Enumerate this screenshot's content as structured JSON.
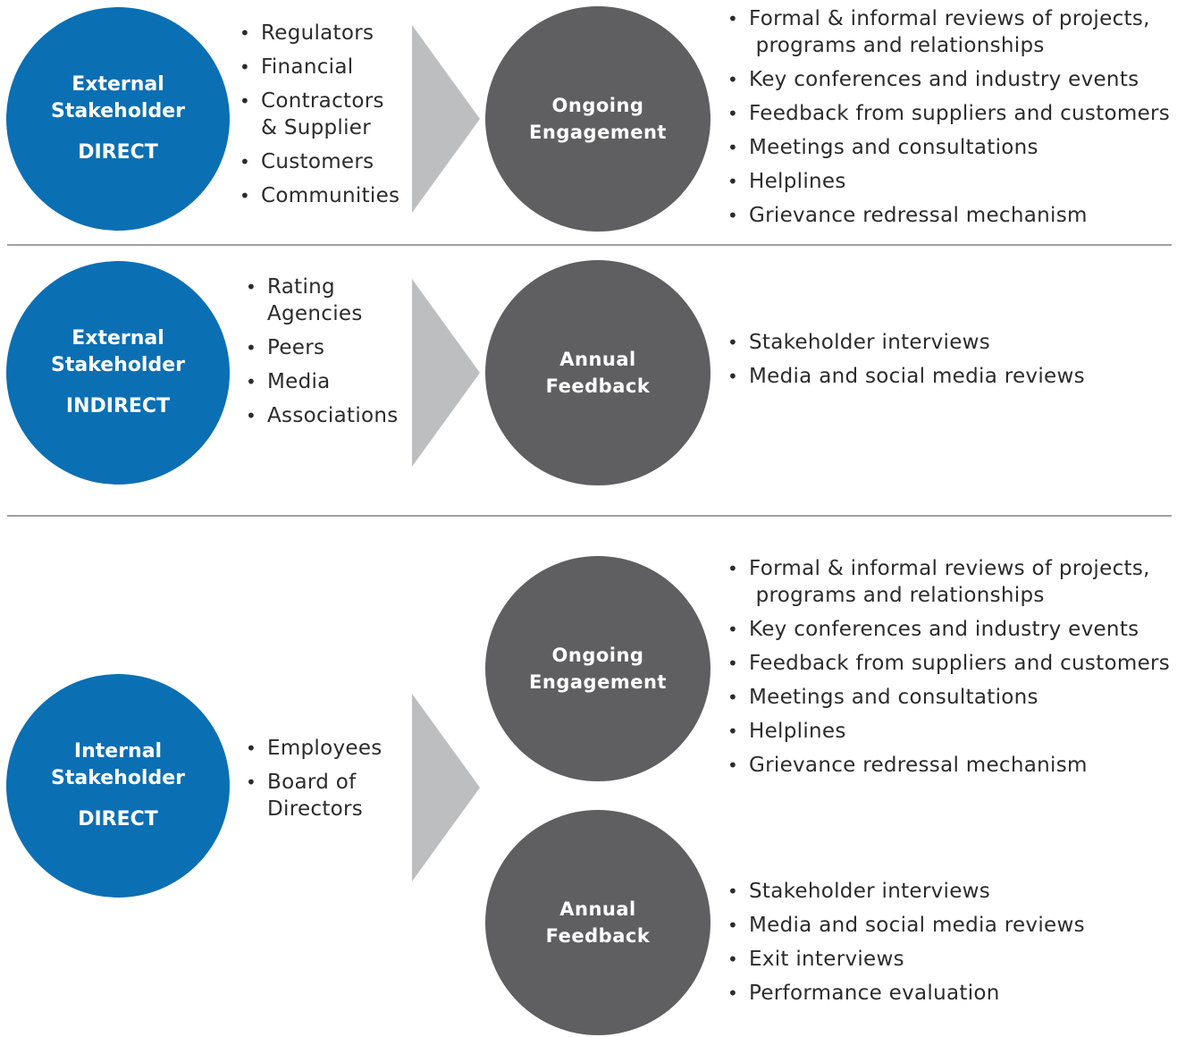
{
  "sections": [
    {
      "stakeholder": {
        "title_1": "External",
        "title_2": "Stakeholder",
        "kind": "DIRECT"
      },
      "groups": [
        "Regulators",
        "Financial",
        "Contractors\n& Supplier",
        "Customers",
        "Communities"
      ],
      "channels": [
        {
          "title_1": "Ongoing",
          "title_2": "Engagement",
          "items": [
            "Formal & informal reviews of projects,\n programs and relationships",
            "Key conferences and industry events",
            "Feedback from suppliers and customers",
            "Meetings and consultations",
            "Helplines",
            "Grievance redressal mechanism"
          ]
        }
      ]
    },
    {
      "stakeholder": {
        "title_1": "External",
        "title_2": "Stakeholder",
        "kind": "INDIRECT"
      },
      "groups": [
        "Rating\nAgencies",
        "Peers",
        "Media",
        "Associations"
      ],
      "channels": [
        {
          "title_1": "Annual",
          "title_2": "Feedback",
          "items": [
            "Stakeholder interviews",
            "Media and social media reviews"
          ]
        }
      ]
    },
    {
      "stakeholder": {
        "title_1": "Internal",
        "title_2": "Stakeholder",
        "kind": "DIRECT"
      },
      "groups": [
        "Employees",
        "Board of\nDirectors"
      ],
      "channels": [
        {
          "title_1": "Ongoing",
          "title_2": "Engagement",
          "items": [
            "Formal & informal reviews of projects,\n programs and relationships",
            "Key conferences and industry events",
            "Feedback from suppliers and customers",
            "Meetings and consultations",
            "Helplines",
            "Grievance redressal mechanism"
          ]
        },
        {
          "title_1": "Annual",
          "title_2": "Feedback",
          "items": [
            "Stakeholder interviews",
            "Media and social media reviews",
            "Exit interviews",
            "Performance evaluation"
          ]
        }
      ]
    }
  ],
  "colors": {
    "stakeholder_circle": "#0b6fb4",
    "channel_circle": "#5f5f61",
    "arrow": "#bdbec0",
    "divider": "#a0a0a0"
  }
}
